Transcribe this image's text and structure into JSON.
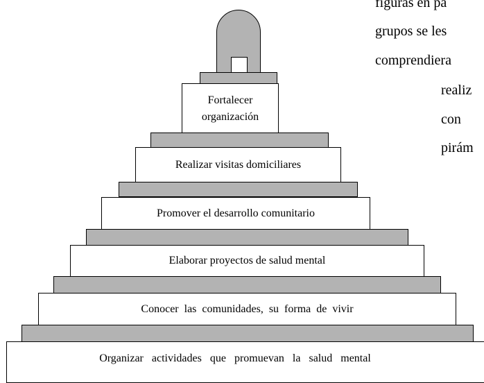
{
  "paragraph": {
    "lines": [
      "figuras en pa",
      "grupos se les",
      "comprendiera",
      "realiz",
      "con",
      "pirám"
    ]
  },
  "pyramid": {
    "top_line1": "Fortalecer",
    "top_line2": "organización",
    "levels": [
      "Realizar visitas  domiciliares",
      "Promover el desarrollo comunitario",
      "Elaborar  proyectos  de  salud  mental",
      "Conocer  las  comunidades,  su  forma  de  vivir",
      "Organizar   actividades   que   promuevan   la   salud   mental"
    ],
    "colors": {
      "slab": "#b3b3b3",
      "box": "#ffffff",
      "border": "#000000"
    }
  }
}
